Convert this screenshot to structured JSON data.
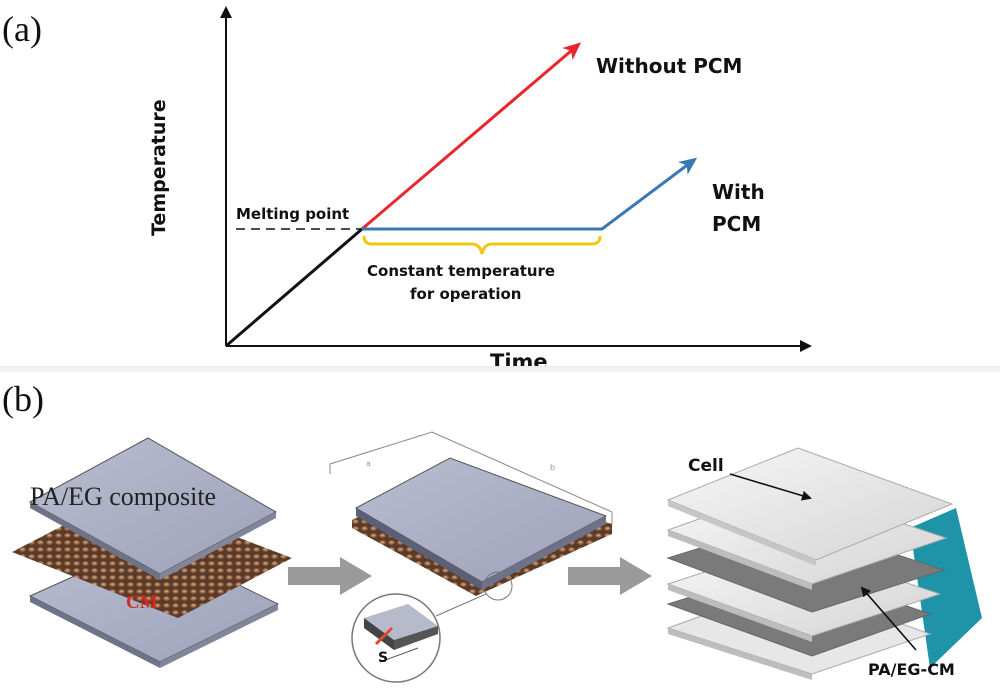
{
  "panel_a": {
    "label": "(a)",
    "y_axis_label": "Temperature",
    "x_axis_label": "Time",
    "melting_point_label": "Melting point",
    "without_pcm_label": "Without PCM",
    "with_pcm_line1": "With",
    "with_pcm_line2": "PCM",
    "plateau_line1": "Constant temperature",
    "plateau_line2": "for operation",
    "colors": {
      "without": "#e8262e",
      "with": "#3a78b5",
      "base": "#111111",
      "brace": "#f2c614"
    }
  },
  "panel_b": {
    "label": "(b)",
    "composite_label": "PA/EG composite",
    "cm_label": "CM",
    "cell_label": "Cell",
    "pcm_label": "PA/EG-CM",
    "s_label": "S",
    "dim_labels": [
      "a",
      "b"
    ]
  }
}
